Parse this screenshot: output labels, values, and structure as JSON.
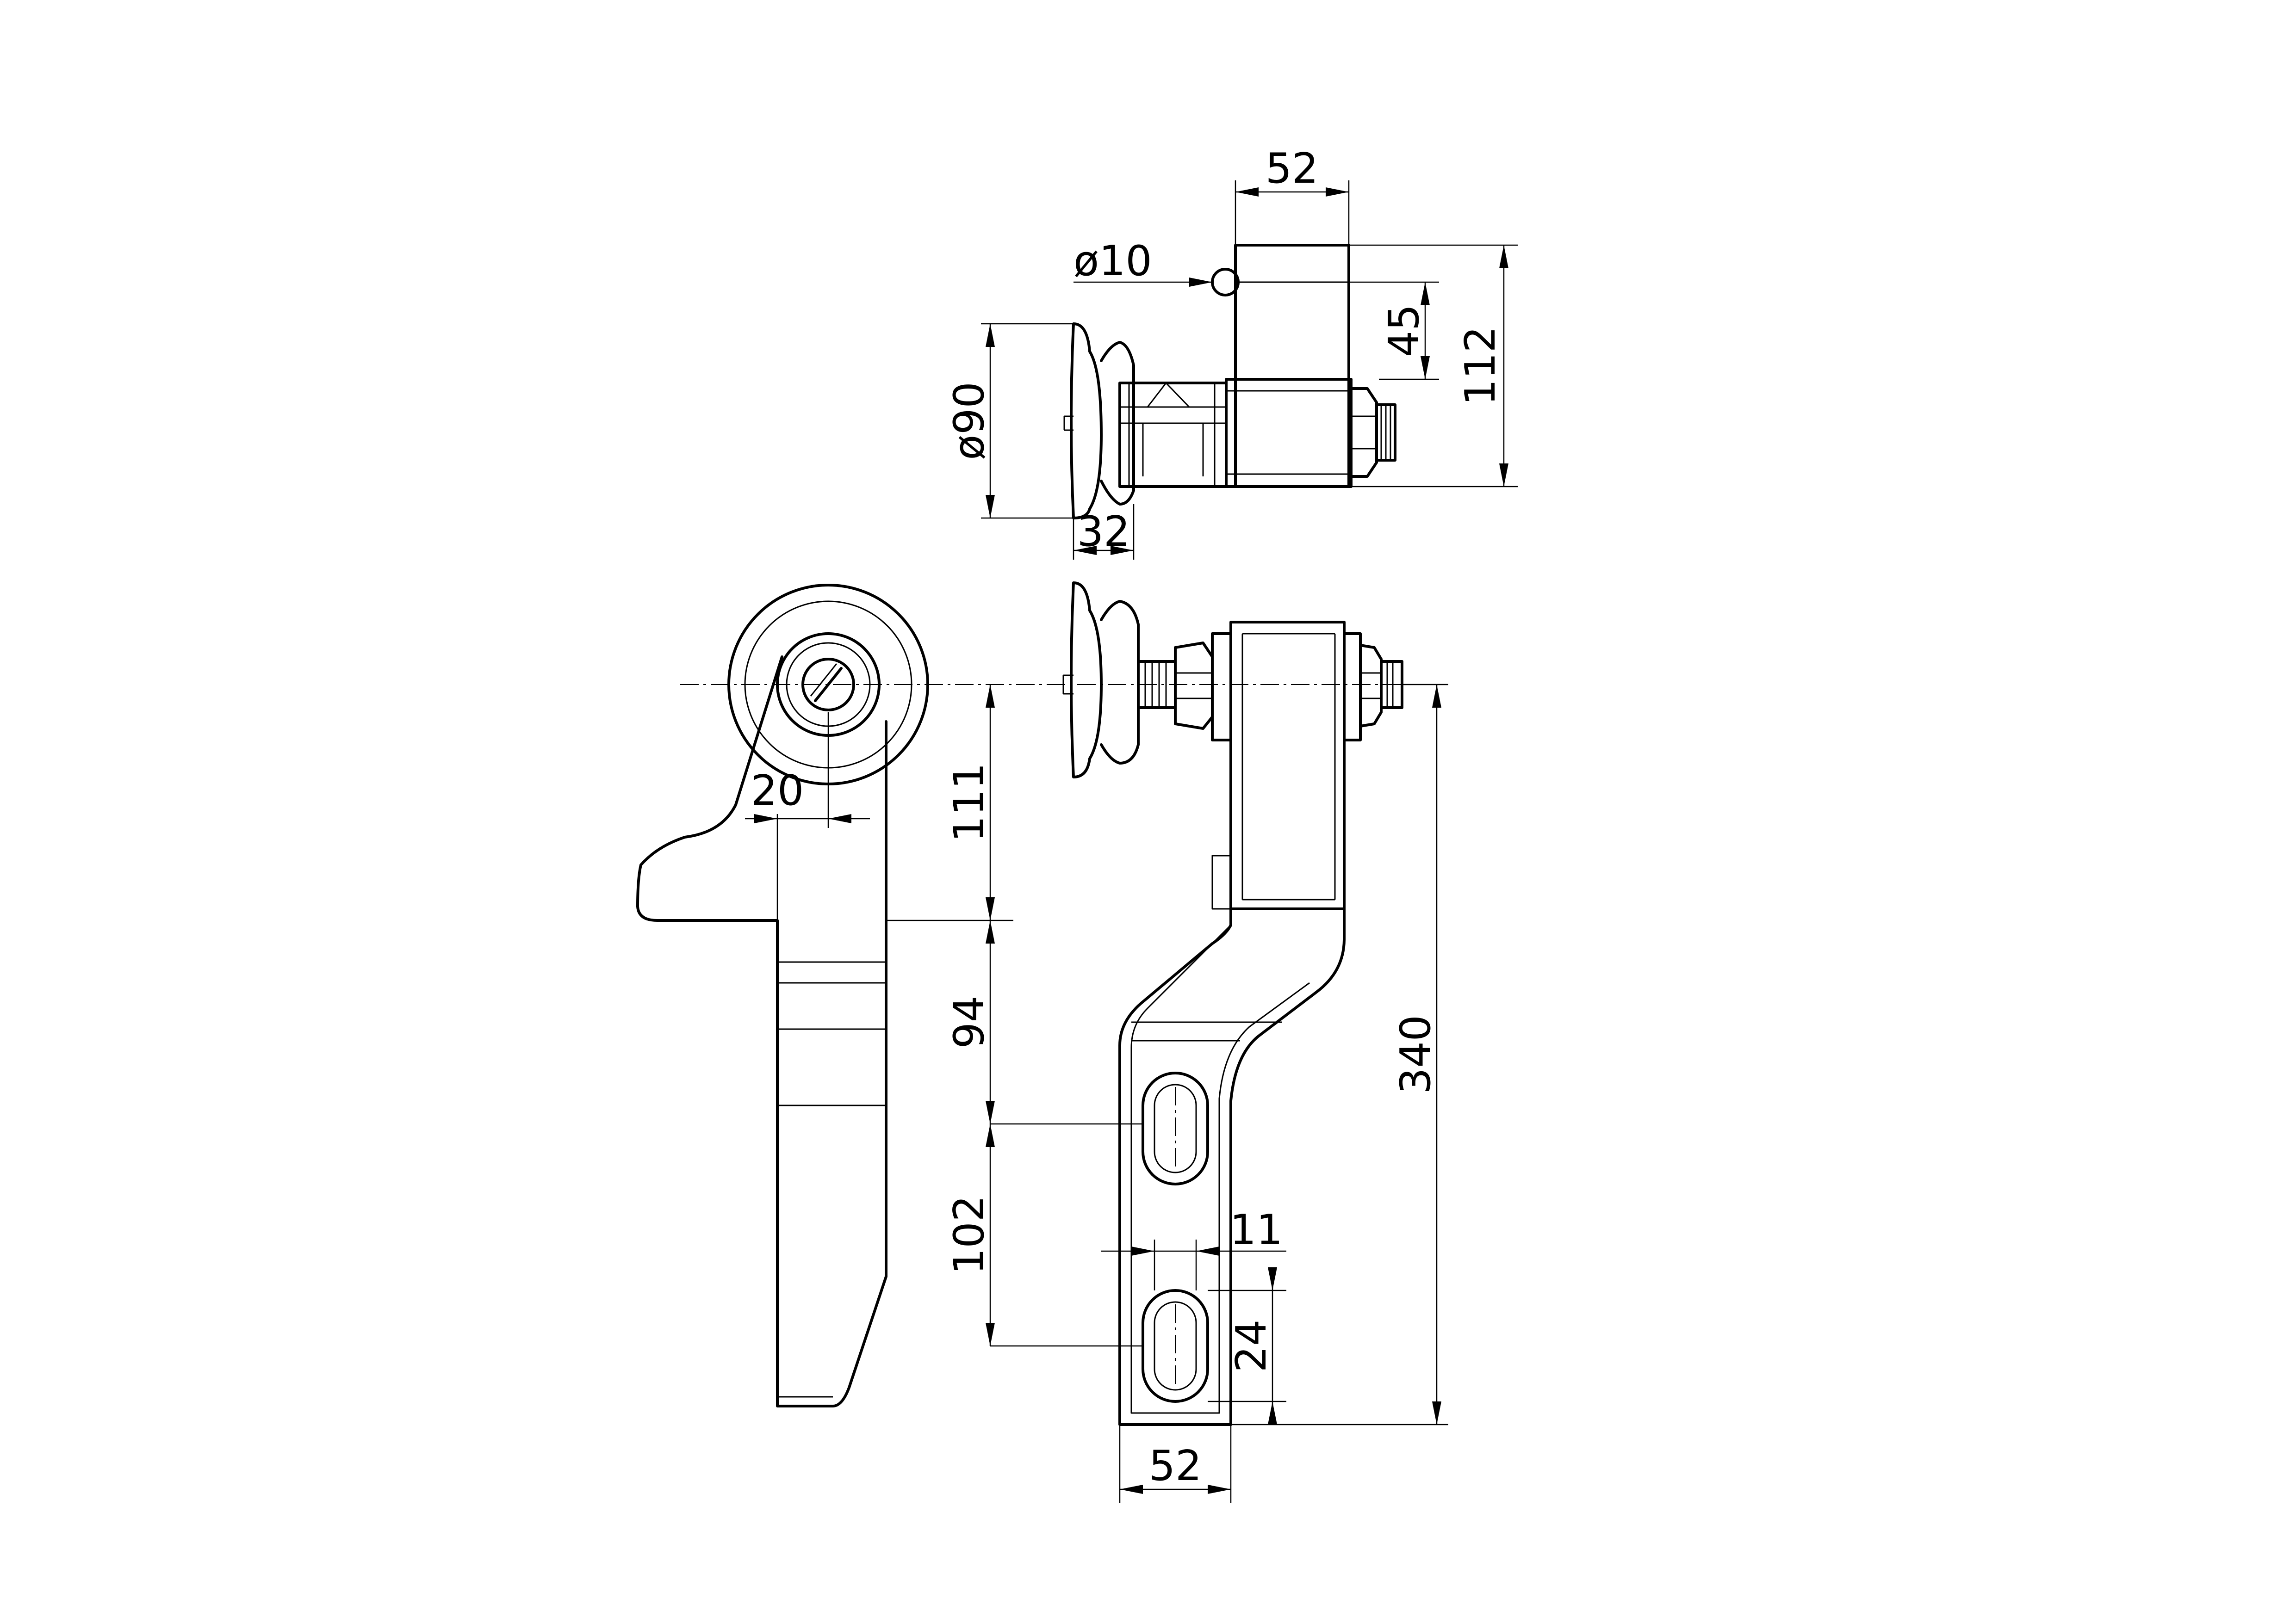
{
  "dimensions": {
    "top_width": "52",
    "pin_diameter": "ø10",
    "height_45": "45",
    "height_112": "112",
    "roller_diameter": "ø90",
    "roller_width": "32",
    "offset_20": "20",
    "height_111": "111",
    "height_94": "94",
    "height_102": "102",
    "slot_width": "11",
    "slot_length": "24",
    "overall_340": "340",
    "bottom_width": "52"
  }
}
